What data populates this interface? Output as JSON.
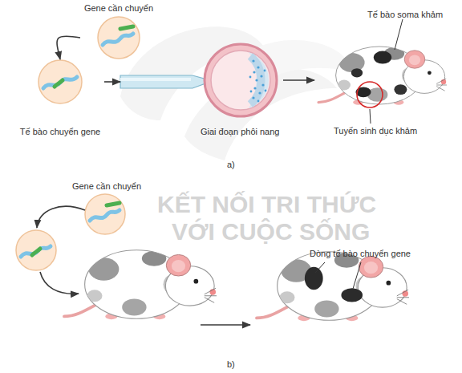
{
  "diagram": {
    "nodes": [
      {
        "text": [
          "Gene cần chuyển"
        ]
      },
      {
        "text": [
          "Tế bào chuyển gene"
        ]
      },
      {
        "text": [
          "Giai đoạn phôi nang"
        ]
      },
      {
        "text": [
          "Tế bào soma khảm",
          "Tuyến sinh dục khảm"
        ]
      },
      {
        "text": [
          "Gene cần chuyển"
        ]
      },
      {
        "text": [
          "Dòng tế bào chuyển gene"
        ]
      }
    ],
    "edges": [
      {
        "from": 0,
        "to": 1,
        "arrow": "to"
      },
      {
        "from": 1,
        "to": 2,
        "arrow": "to"
      },
      {
        "from": 2,
        "to": 3,
        "arrow": "to"
      }
    ],
    "labels": [
      "a)",
      "KẾT NỐI TRI THỨC",
      "VỚI CUỘC SỐNG",
      "b)"
    ]
  }
}
